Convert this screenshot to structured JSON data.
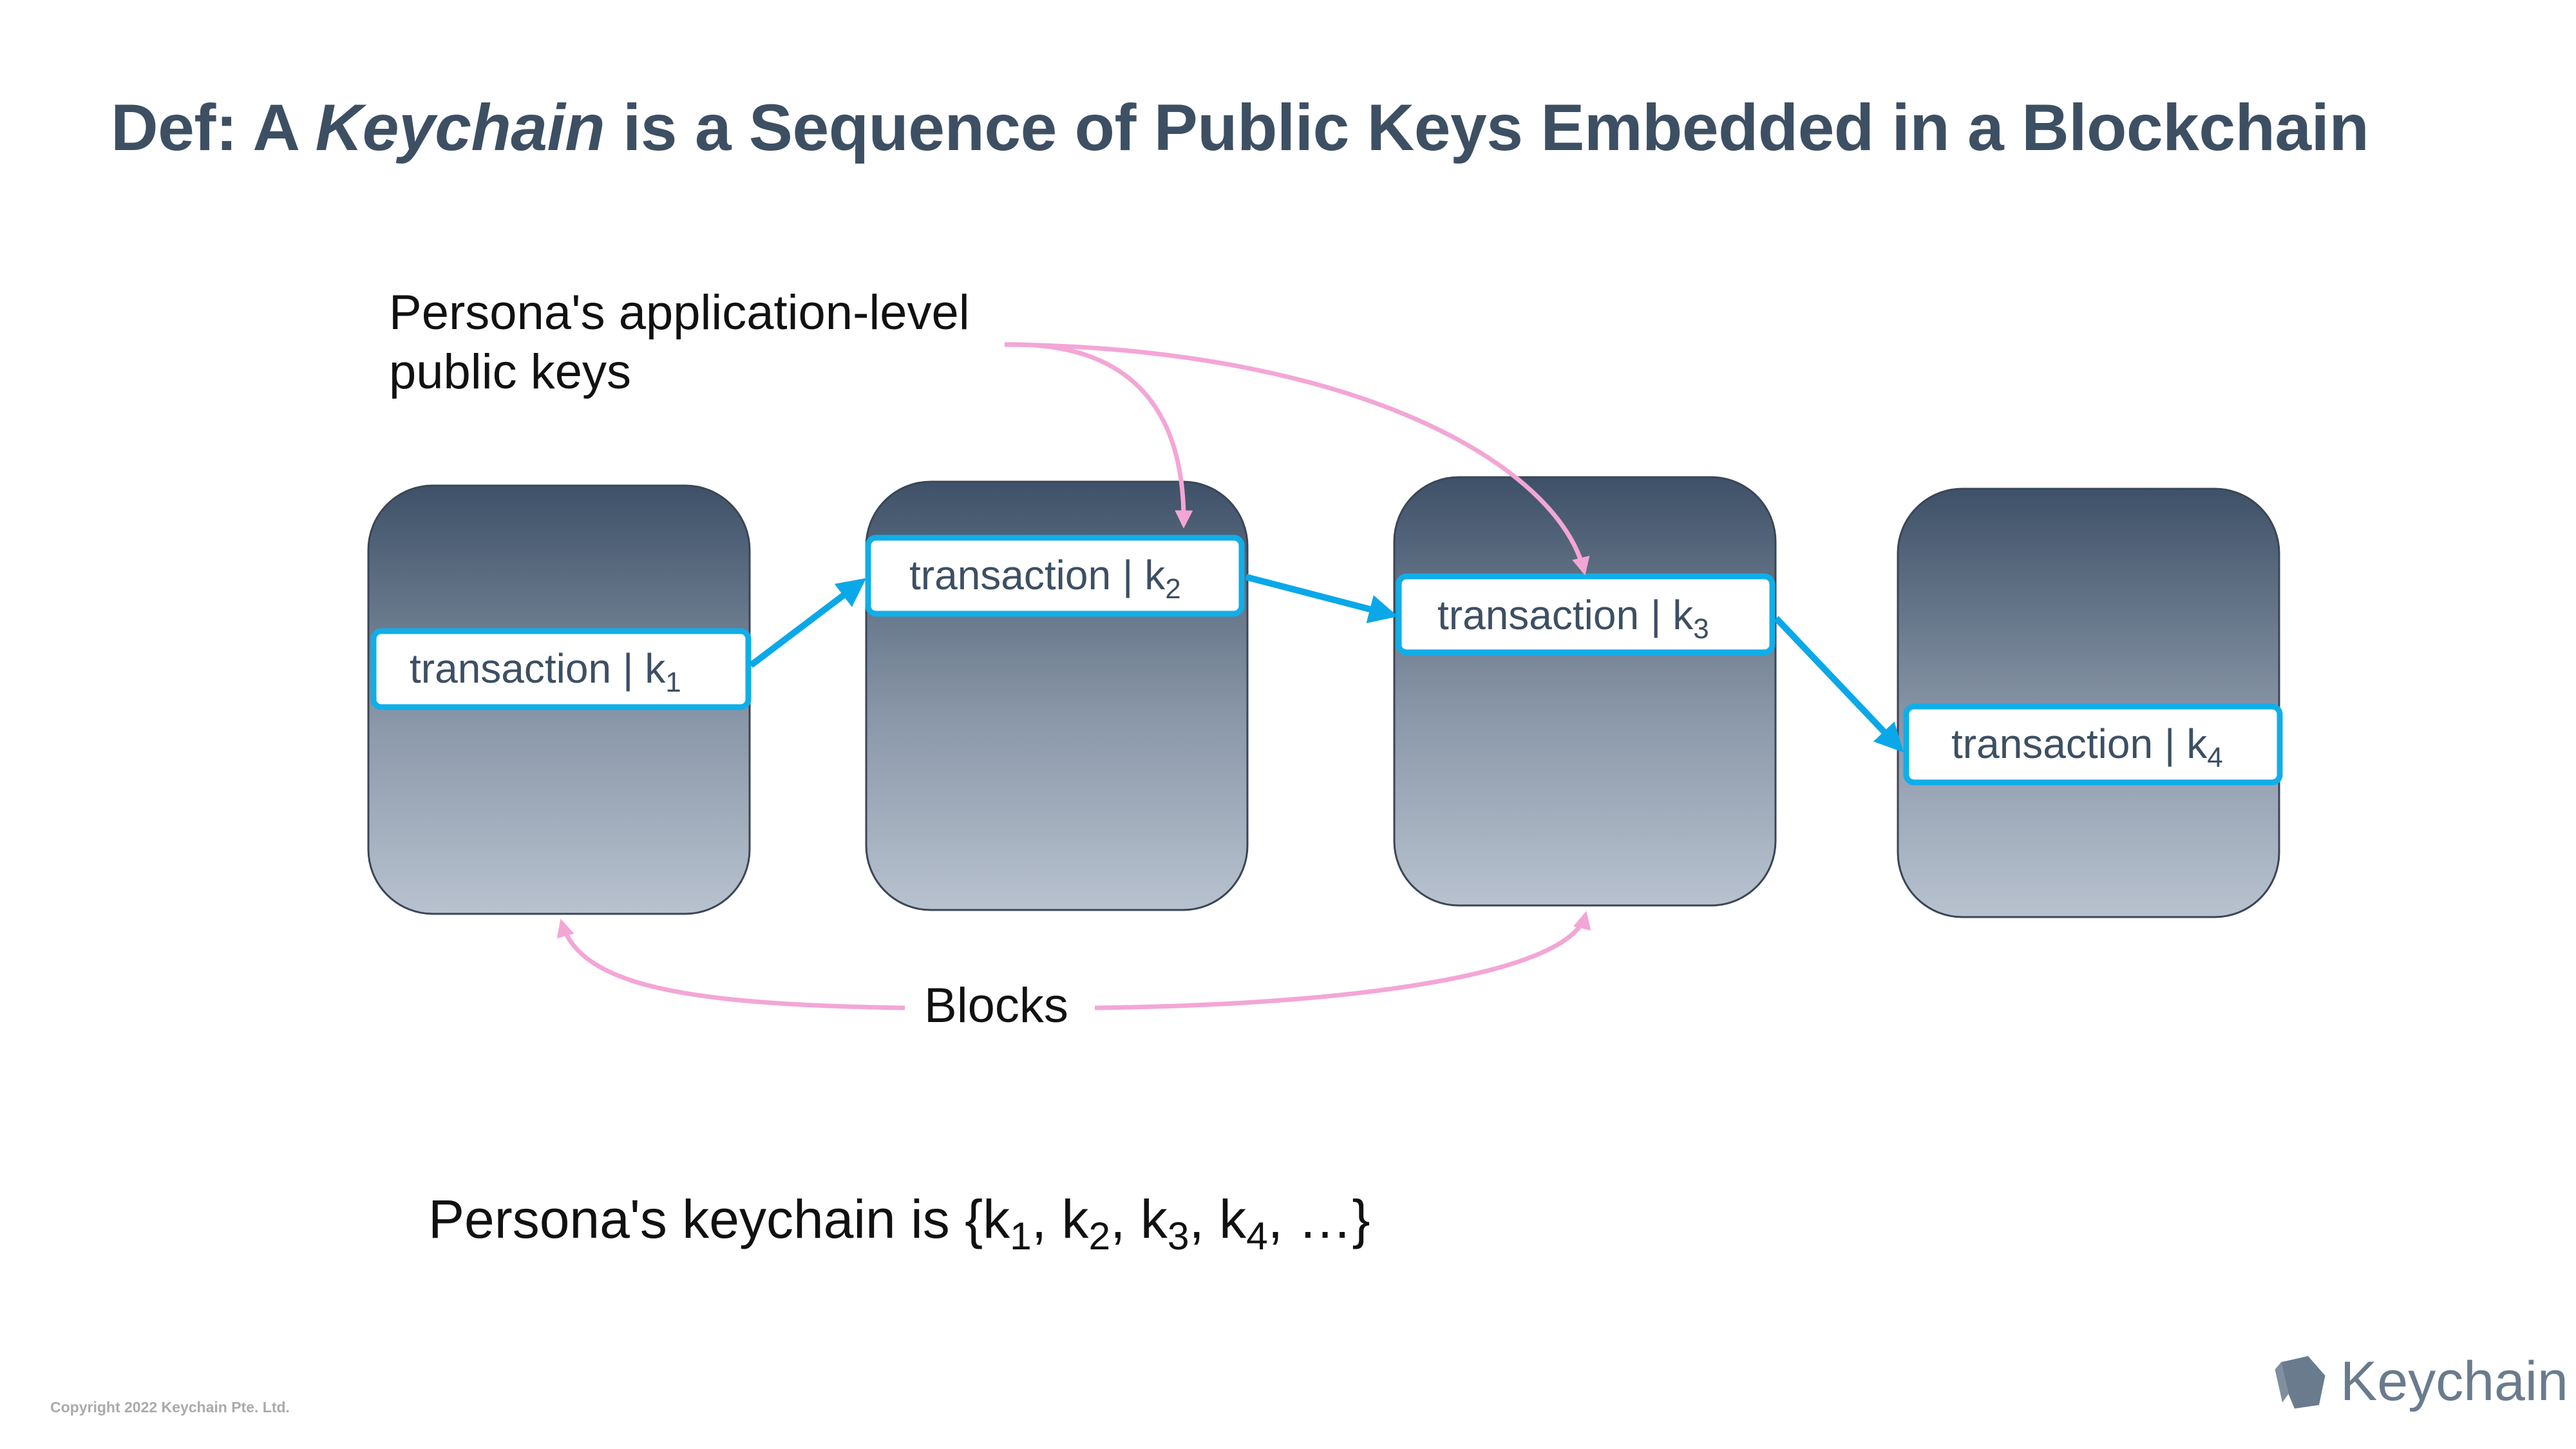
{
  "slide": {
    "title_prefix": "Def: A ",
    "title_emphasis": "Keychain",
    "title_suffix": " is a Sequence of Public Keys Embedded in a Blockchain"
  },
  "callout": {
    "line1": "Persona's application-level",
    "line2": "public keys"
  },
  "blocks_label": "Blocks",
  "transactions": [
    {
      "label": "transaction | k",
      "sub": "1"
    },
    {
      "label": "transaction | k",
      "sub": "2"
    },
    {
      "label": "transaction | k",
      "sub": "3"
    },
    {
      "label": "transaction | k",
      "sub": "4"
    }
  ],
  "summary": {
    "prefix": "Persona's keychain is {",
    "keys": [
      {
        "base": "k",
        "sub": "1"
      },
      {
        "base": "k",
        "sub": "2"
      },
      {
        "base": "k",
        "sub": "3"
      },
      {
        "base": "k",
        "sub": "4"
      }
    ],
    "suffix": ", …}"
  },
  "footer": {
    "copyright": "Copyright 2022 Keychain Pte. Ltd.",
    "brand": "Keychain"
  },
  "colors": {
    "block_top": "#3e5168",
    "block_bottom": "#b6c0cd",
    "chain_arrow": "#0aa8e8",
    "annotation_arrow": "#f3a6d6",
    "title": "#3d4f63"
  }
}
